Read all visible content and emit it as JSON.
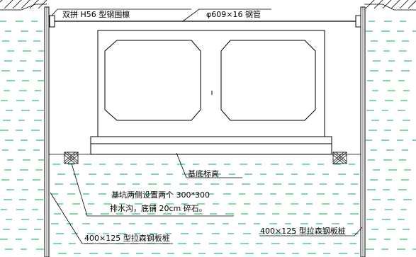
{
  "labels": {
    "waler": "双拼 H56 型钢围檩",
    "strut": "φ609×16 钢管",
    "base_elevation": "基底标高",
    "drain_line1": "基坑两侧设置两个 300*300",
    "drain_line2": "排水沟，底铺 20cm 碎石。",
    "pile_left": "400×125 型拉森钢板桩",
    "pile_right": "400×125 型拉森钢板桩"
  },
  "colors": {
    "soil_dash": "#22c55e",
    "line": "#000000",
    "background": "#ffffff"
  }
}
